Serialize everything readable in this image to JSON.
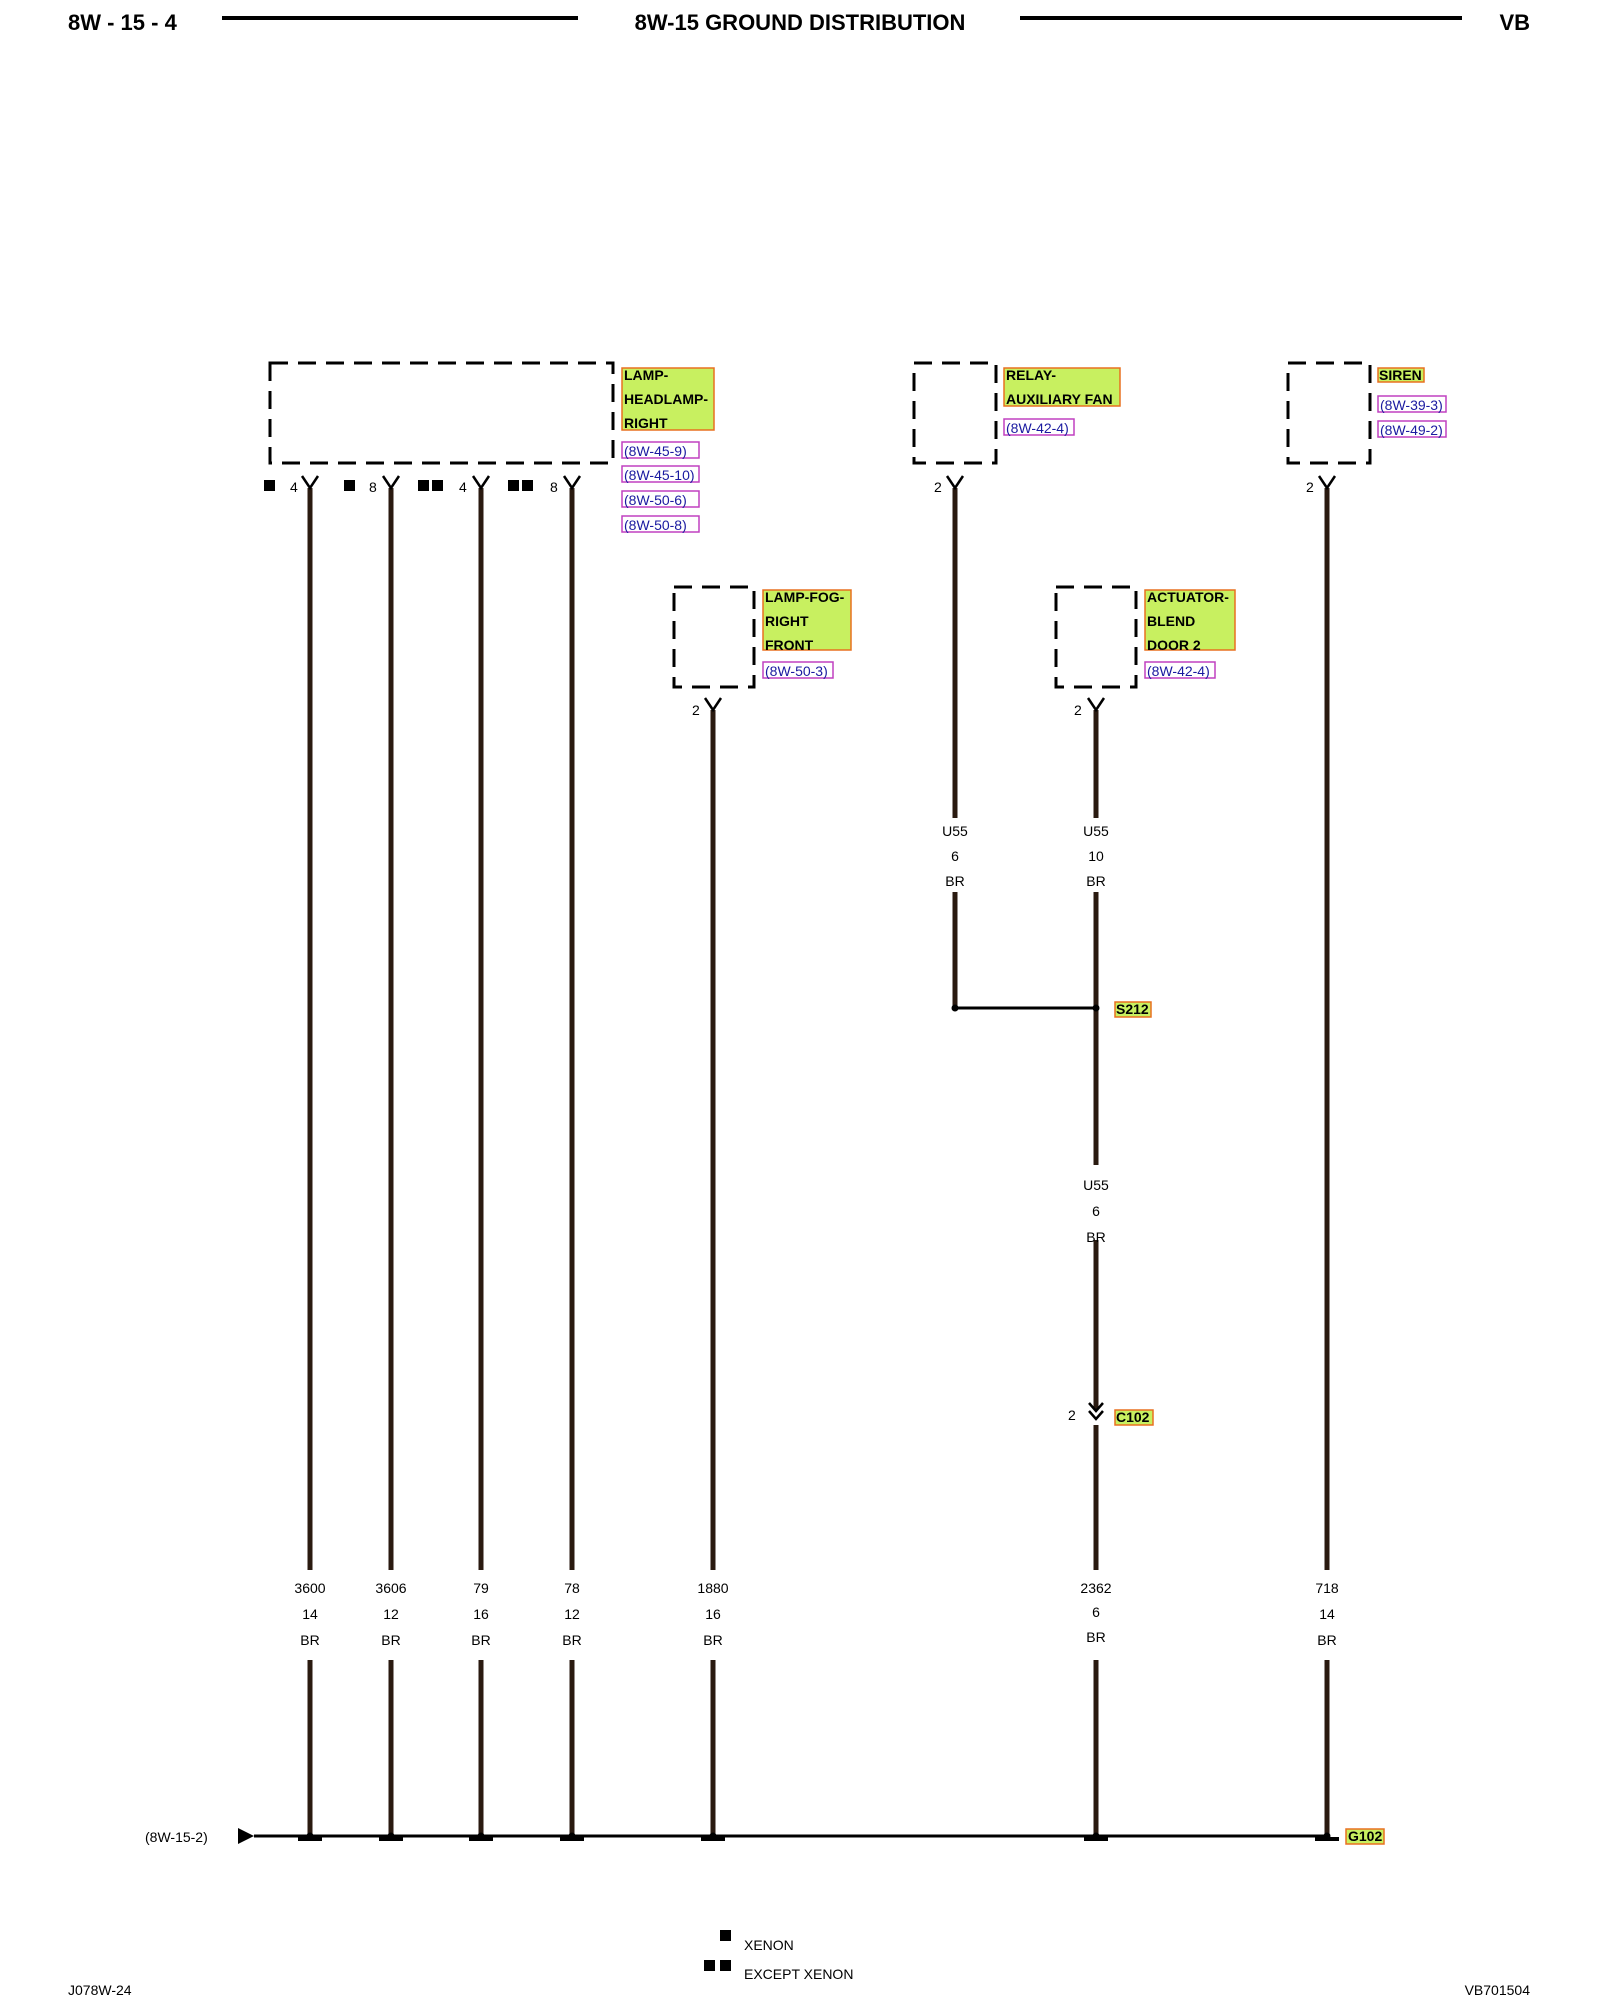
{
  "header": {
    "page_code": "8W - 15 - 4",
    "title": "8W-15 GROUND DISTRIBUTION",
    "vehicle": "VB"
  },
  "components": {
    "headlamp": {
      "name_lines": [
        "LAMP-",
        "HEADLAMP-",
        "RIGHT"
      ],
      "refs": [
        "(8W-45-9)",
        "(8W-45-10)",
        "(8W-50-6)",
        "(8W-50-8)"
      ]
    },
    "relay_fan": {
      "name_lines": [
        "RELAY-",
        "AUXILIARY FAN"
      ],
      "refs": [
        "(8W-42-4)"
      ]
    },
    "siren": {
      "name_lines": [
        "SIREN"
      ],
      "refs": [
        "(8W-39-3)",
        "(8W-49-2)"
      ]
    },
    "fog": {
      "name_lines": [
        "LAMP-FOG-",
        "RIGHT",
        "FRONT"
      ],
      "refs": [
        "(8W-50-3)"
      ]
    },
    "actuator": {
      "name_lines": [
        "ACTUATOR-",
        "BLEND",
        "DOOR 2"
      ],
      "refs": [
        "(8W-42-4)"
      ]
    }
  },
  "pins": {
    "hl_a": "4",
    "hl_b": "8",
    "hl_c": "4",
    "hl_d": "8",
    "relay": "2",
    "siren": "2",
    "fog": "2",
    "actuator": "2",
    "c102": "2"
  },
  "wires_top": {
    "relay": [
      "U55",
      "6",
      "BR"
    ],
    "actuator": [
      "U55",
      "10",
      "BR"
    ],
    "splice_out": [
      "U55",
      "6",
      "BR"
    ]
  },
  "wires_bottom": [
    [
      "3600",
      "14",
      "BR"
    ],
    [
      "3606",
      "12",
      "BR"
    ],
    [
      "79",
      "16",
      "BR"
    ],
    [
      "78",
      "12",
      "BR"
    ],
    [
      "1880",
      "16",
      "BR"
    ],
    [
      "2362",
      "6",
      "BR"
    ],
    [
      "718",
      "14",
      "BR"
    ]
  ],
  "splice": "S212",
  "connector": "C102",
  "ground": "G102",
  "ground_ref": "(8W-15-2)",
  "legend": {
    "xenon": "XENON",
    "except_xenon": "EXCEPT XENON"
  },
  "footer": {
    "left": "J078W-24",
    "right": "VB701504"
  },
  "colors": {
    "wire": "#2a1a10",
    "label_fill": "#c8f060",
    "label_border": "#e87020",
    "ref_border": "#c040c0"
  }
}
